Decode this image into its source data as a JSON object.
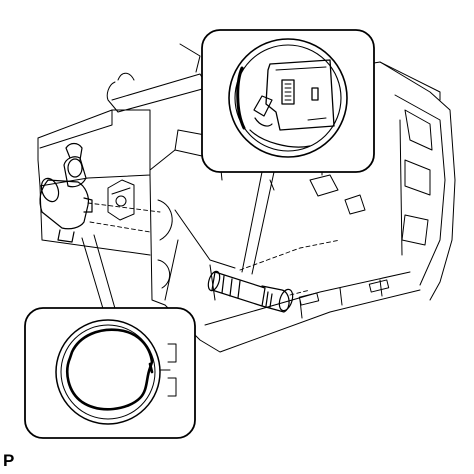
{
  "figure": {
    "corner_label": "P",
    "line_color": "#000000",
    "background": "#ffffff"
  },
  "parts": [
    {
      "id": "housing",
      "icon": "console-housing-outline"
    },
    {
      "id": "socket-left",
      "icon": "power-outlet-socket-icon"
    },
    {
      "id": "plug-front",
      "icon": "cigarette-lighter-plug-icon"
    },
    {
      "id": "detail-top",
      "icon": "magnified-detail-view-icon"
    },
    {
      "id": "detail-bottom",
      "icon": "magnified-detail-view-icon"
    }
  ]
}
